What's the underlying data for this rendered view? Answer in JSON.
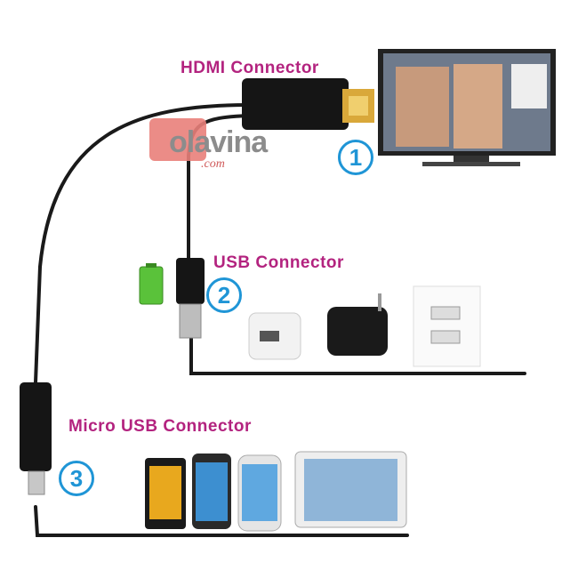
{
  "labels": {
    "hdmi": "HDMI Connector",
    "usb": "USB Connector",
    "micro_usb": "Micro USB Connector"
  },
  "numbers": [
    "1",
    "2",
    "3"
  ],
  "watermark": {
    "brand": "Olavina",
    "text": "olavina",
    "suffix": ".com"
  },
  "colors": {
    "label": "#b3237f",
    "number": "#1f95d6",
    "cable": "#1a1a1a",
    "battery": "#5ac23a"
  },
  "icons": [
    "hdmi-plug",
    "usb-plug",
    "micro-usb-plug",
    "tv",
    "battery",
    "usb-charger-white",
    "usb-charger-black",
    "usb-wall-outlet",
    "smartphone",
    "tablet"
  ]
}
